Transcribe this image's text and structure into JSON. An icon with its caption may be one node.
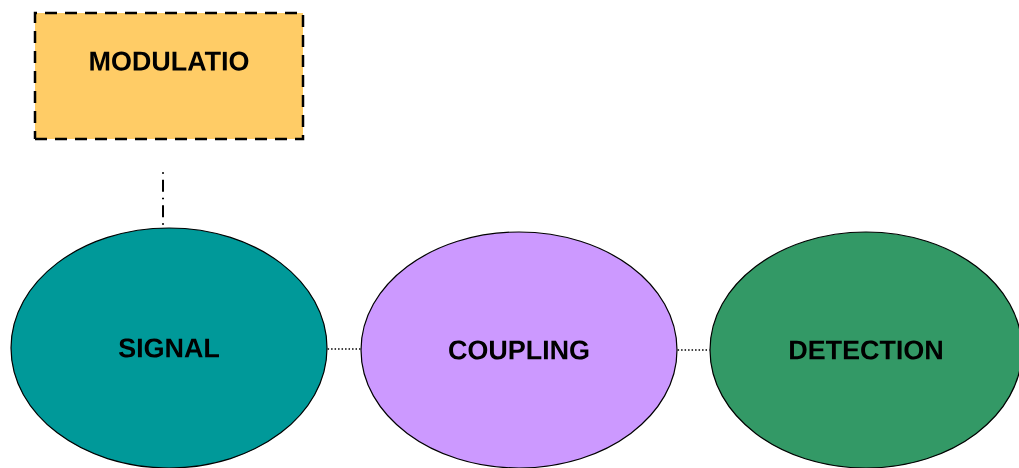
{
  "diagram": {
    "nodes": [
      {
        "text": [
          "MODULATIO"
        ]
      },
      {
        "text": [
          "SIGNAL"
        ]
      },
      {
        "text": [
          "COUPLING"
        ]
      },
      {
        "text": [
          "DETECTION"
        ]
      }
    ],
    "edges": [
      {
        "from": 0,
        "to": 1,
        "arrow": "none",
        "style": "dashed"
      },
      {
        "from": 1,
        "to": 2,
        "arrow": "none"
      },
      {
        "from": 2,
        "to": 3,
        "arrow": "none"
      }
    ]
  }
}
